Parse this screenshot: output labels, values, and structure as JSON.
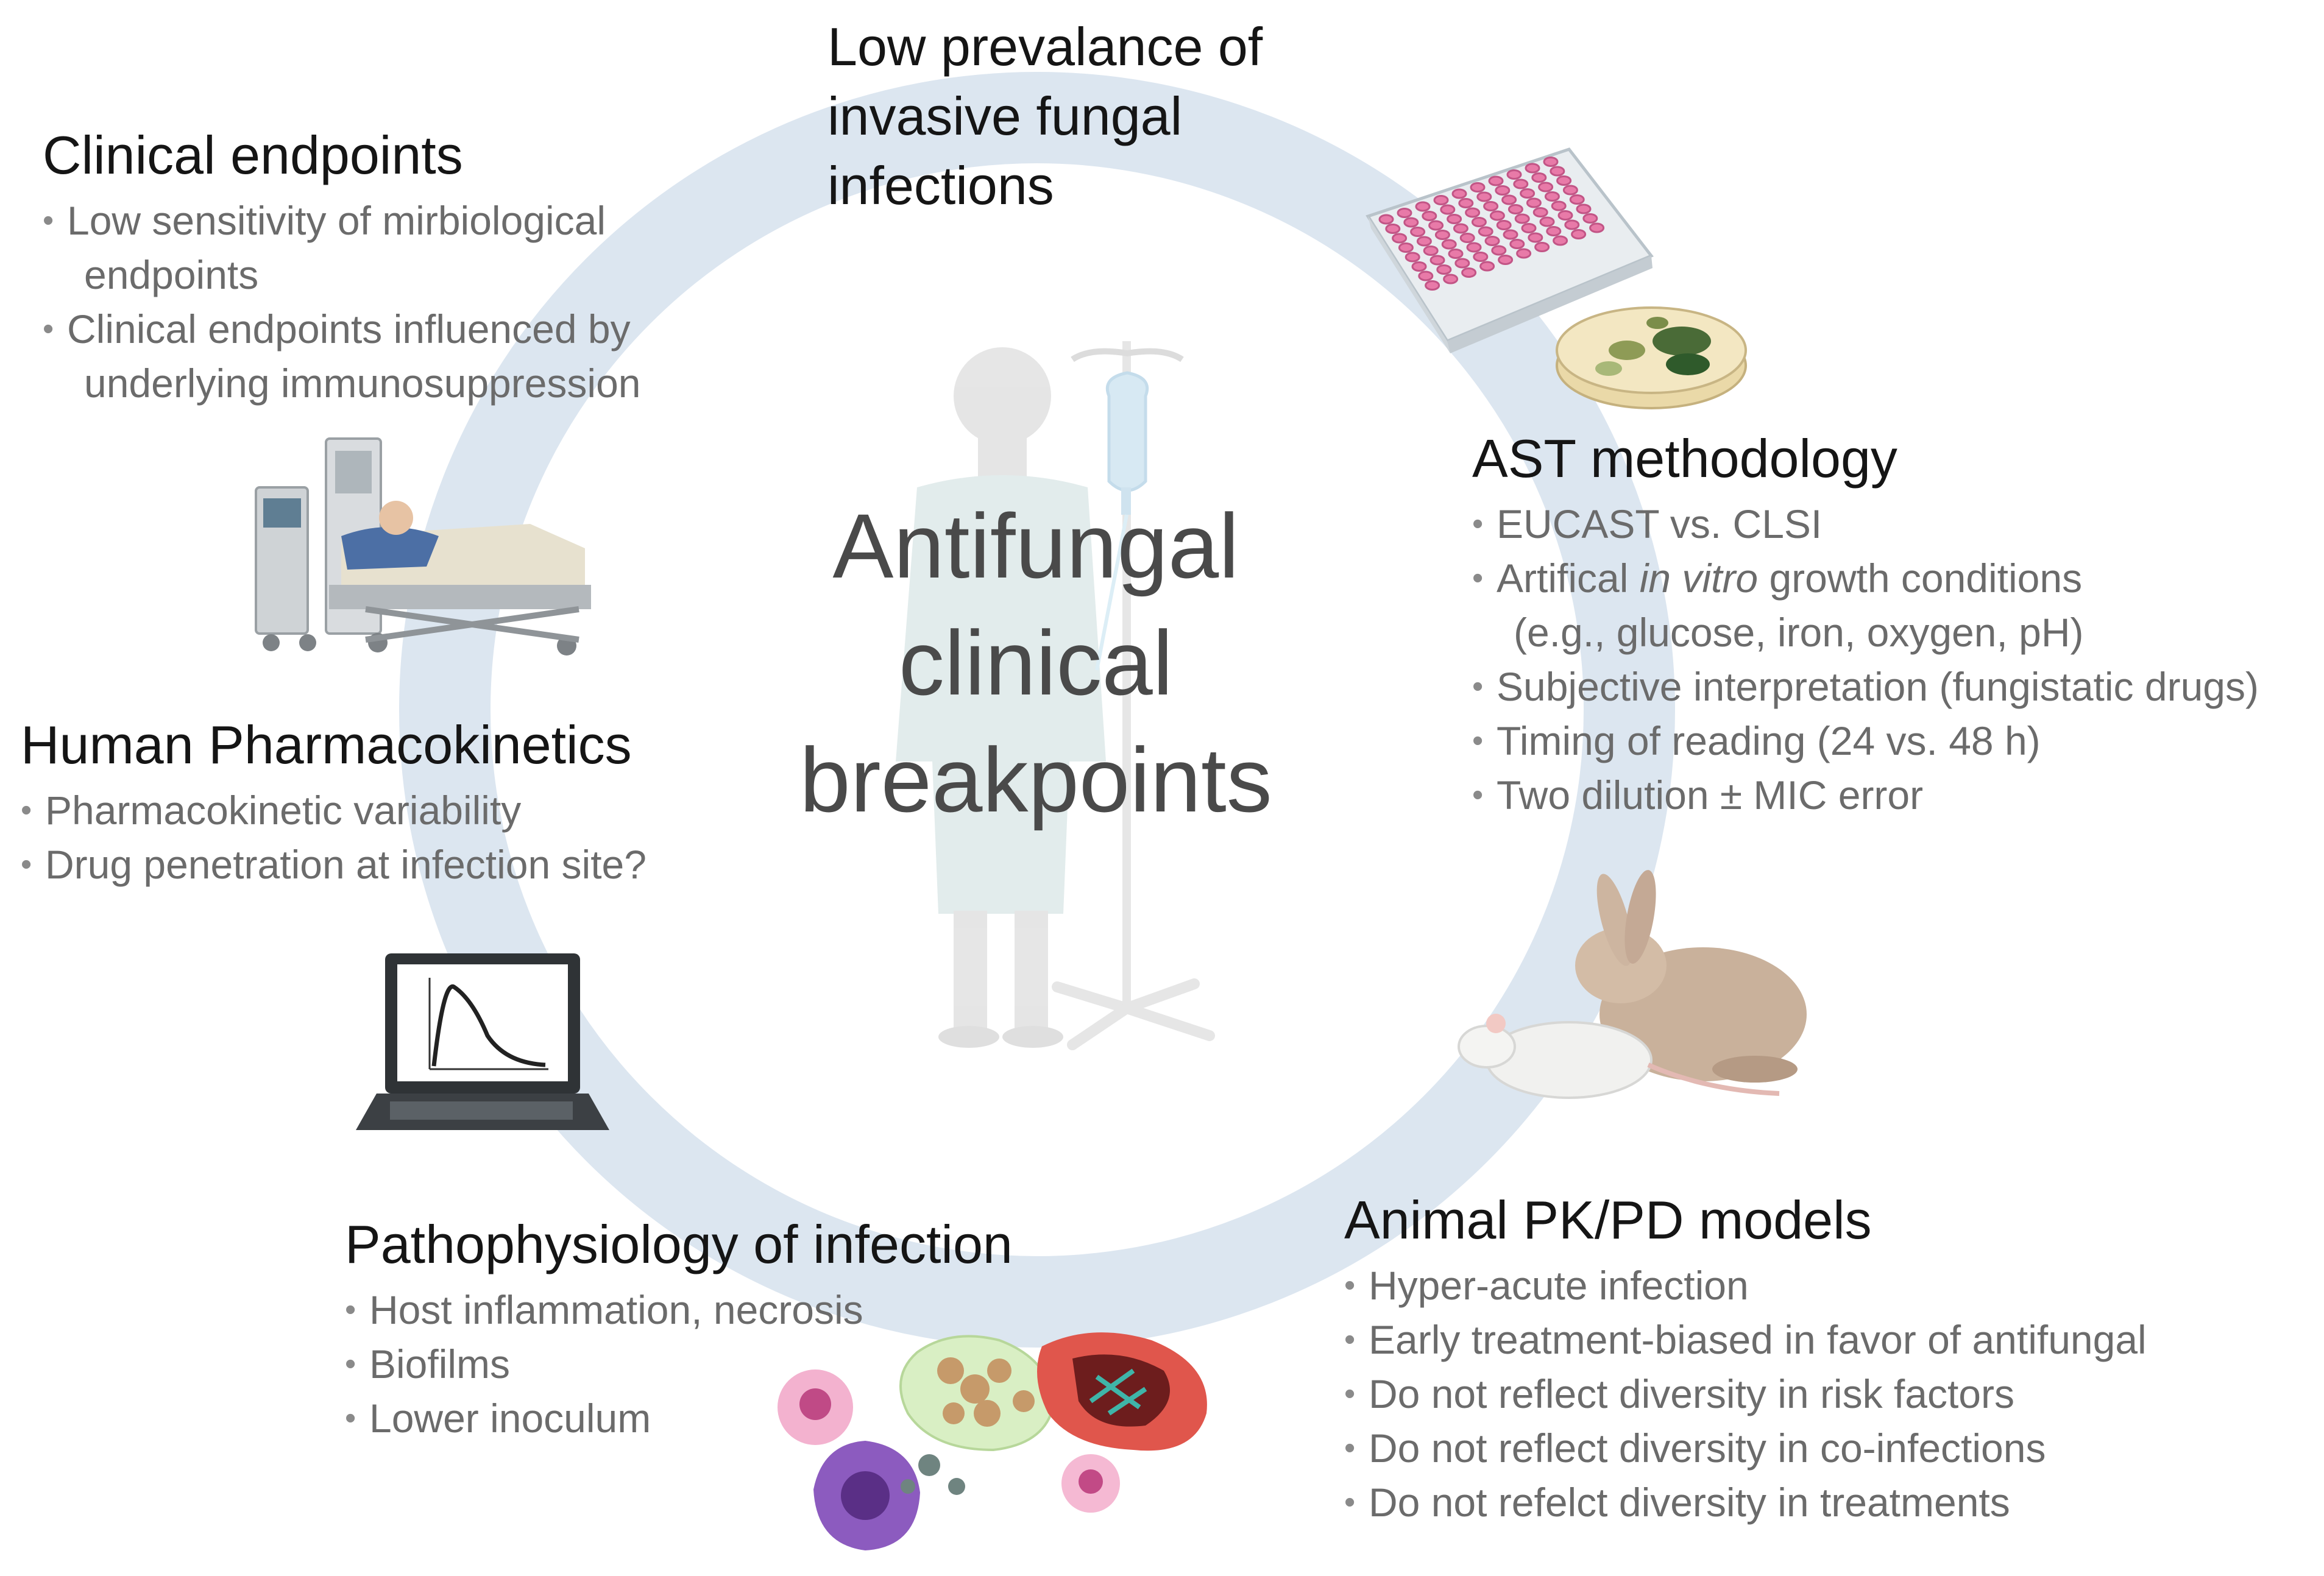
{
  "center_title": [
    "Antifungal",
    "clinical",
    "breakpoints"
  ],
  "sections": {
    "low_prevalence": {
      "heading_lines": [
        "Low prevalance of",
        "invasive fungal",
        "infections"
      ]
    },
    "clinical_endpoints": {
      "heading": "Clinical endpoints",
      "bullets": [
        [
          "Low sensitivity of mirbiological",
          "endpoints"
        ],
        [
          "Clinical endpoints influenced by",
          "underlying immunosuppression"
        ]
      ]
    },
    "ast_methodology": {
      "heading": "AST methodology",
      "bullets": [
        "EUCAST vs. CLSI",
        [
          "Artifical ",
          "in vitro",
          " growth conditions",
          "(e.g., glucose, iron, oxygen, pH)"
        ],
        "Subjective interpretation (fungistatic drugs)",
        "Timing of reading (24 vs. 48 h)",
        "Two dilution ± MIC error"
      ]
    },
    "human_pk": {
      "heading": "Human Pharmacokinetics",
      "bullets": [
        "Pharmacokinetic variability",
        "Drug penetration at infection site?"
      ]
    },
    "pathophysiology": {
      "heading": "Pathophysiology of infection",
      "bullets": [
        "Host inflammation, necrosis",
        "Biofilms",
        "Lower inoculum"
      ]
    },
    "animal_models": {
      "heading": "Animal PK/PD models",
      "bullets": [
        "Hyper-acute infection",
        "Early treatment-biased in favor of antifungal",
        "Do not reflect diversity in risk factors",
        "Do not reflect diversity in co-infections",
        "Do not refelct diversity in treatments"
      ]
    }
  },
  "icons": [
    "patient-silhouette-icon",
    "iv-stand-icon",
    "microplate-icon",
    "petri-dish-icon",
    "hospital-bed-icon",
    "laptop-pk-curve-icon",
    "rabbit-icon",
    "mouse-icon",
    "immune-cells-icon"
  ],
  "colors": {
    "ring": "#dce6f0",
    "heading": "#151515",
    "bullet_text": "#6b6b6b",
    "center_title": "#4a4a4a",
    "plate_wells": "#e87aa8"
  }
}
